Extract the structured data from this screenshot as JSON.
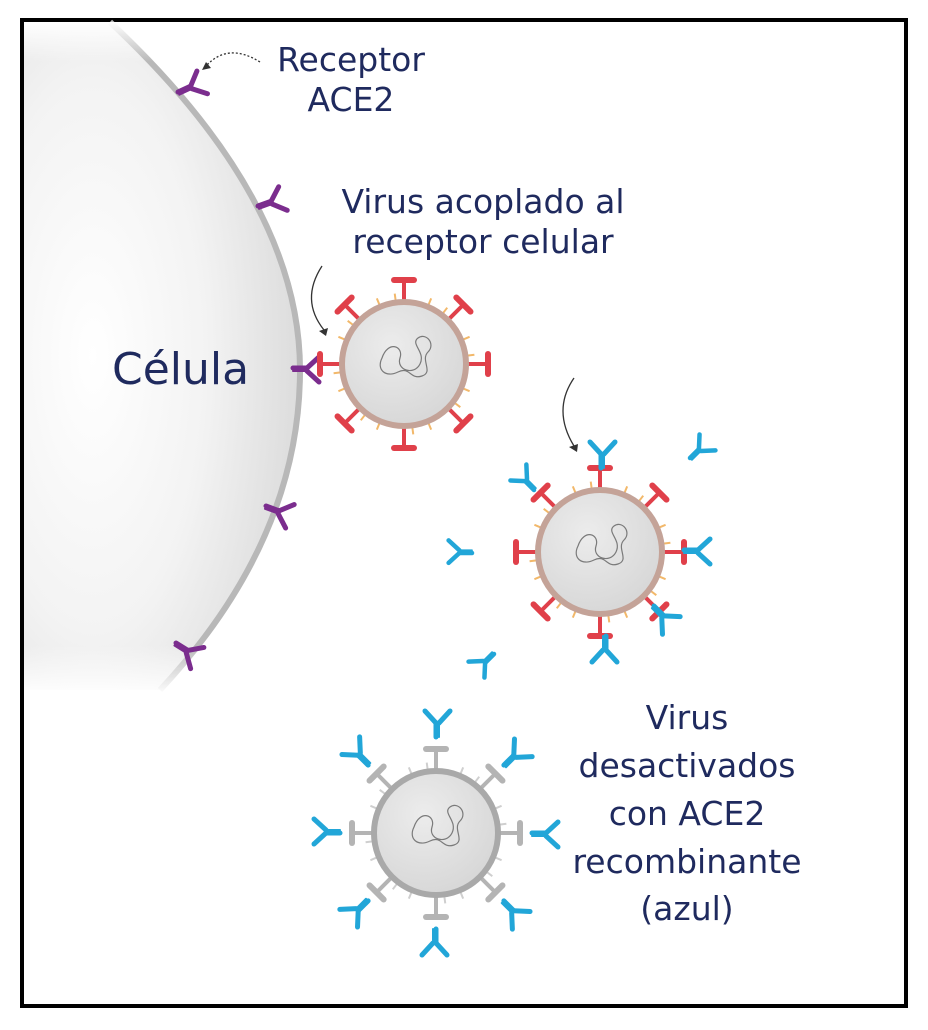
{
  "labels": {
    "receptor": [
      "Receptor",
      "ACE2"
    ],
    "coupled": [
      "Virus acoplado al",
      "receptor celular"
    ],
    "cell": "Célula",
    "deactivated": [
      "Virus",
      "desactivados",
      "con ACE2",
      "recombinante",
      "(azul)"
    ]
  },
  "colors": {
    "text": "#1f2a5e",
    "receptor": "#7b2d8e",
    "spike": "#e0404a",
    "antibody": "#22a6d8",
    "inactive_spike": "#b4b4b4",
    "envelope": "#c4a398"
  }
}
